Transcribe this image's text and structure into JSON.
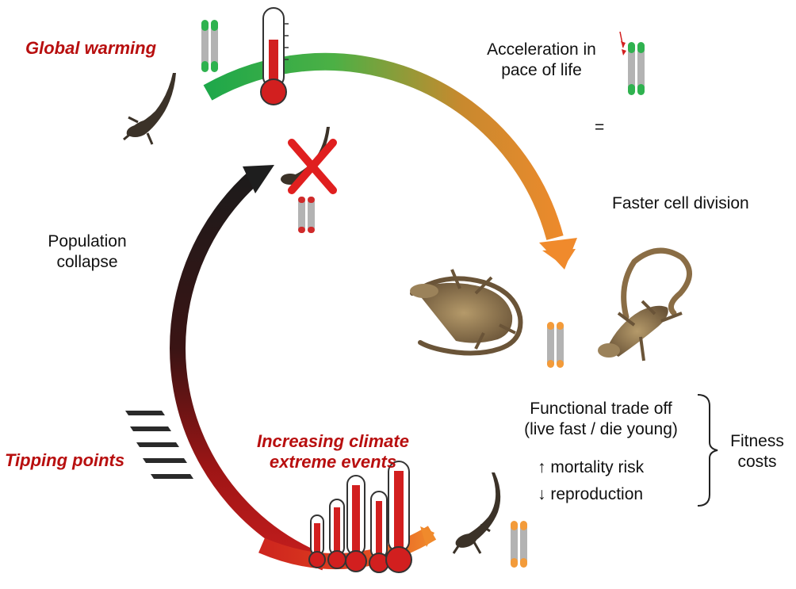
{
  "labels": {
    "global_warming": "Global warming",
    "acceleration_line1": "Acceleration in",
    "acceleration_line2": "pace of life",
    "equals": "=",
    "faster_cell_division": "Faster cell division",
    "population_line1": "Population",
    "population_line2": "collapse",
    "tradeoff_line1": "Functional trade off",
    "tradeoff_line2": "(live fast / die young)",
    "mortality": "↑ mortality risk",
    "reproduction": "↓ reproduction",
    "fitness_line1": "Fitness",
    "fitness_line2": "costs",
    "tipping_points": "Tipping points",
    "extreme_line1": "Increasing climate",
    "extreme_line2": "extreme events"
  },
  "colors": {
    "red_text": "#b80f0f",
    "green": "#22b24c",
    "orange": "#f08a2c",
    "dark": "#1e1e1e",
    "red": "#d21f1f",
    "telomere_green": "#2fb24f",
    "telomere_red": "#d02a2a",
    "telomere_orange": "#f39b3a",
    "chromosome_grey": "#b3b3b3"
  }
}
